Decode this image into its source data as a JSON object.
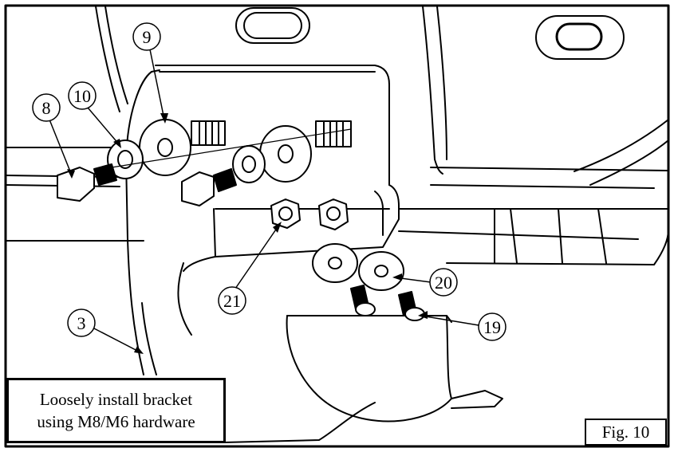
{
  "callouts": {
    "c8": "8",
    "c10": "10",
    "c9": "9",
    "c21": "21",
    "c20": "20",
    "c19": "19",
    "c3": "3"
  },
  "note": {
    "line1": "Loosely install bracket",
    "line2": "using M8/M6 hardware"
  },
  "figure_label": "Fig. 10"
}
